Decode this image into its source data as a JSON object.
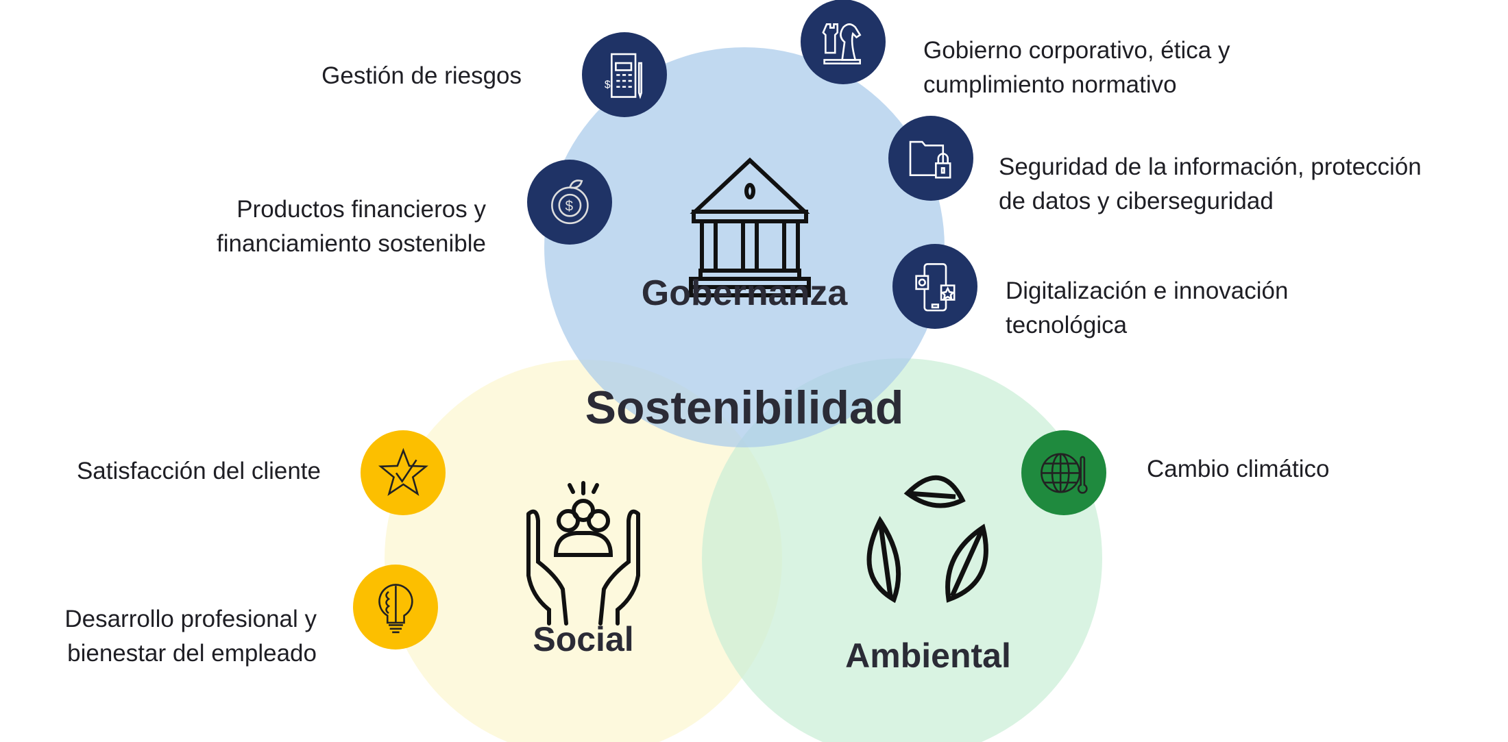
{
  "title": "Sostenibilidad",
  "pillars": {
    "governance": "Gobernanza",
    "social": "Social",
    "environmental": "Ambiental"
  },
  "topics": {
    "risk": "Gestión de riesgos",
    "corporate_1": "Gobierno corporativo, ética y",
    "corporate_2": "cumplimiento normativo",
    "security_1": "Seguridad de la información, protección",
    "security_2": "de datos y ciberseguridad",
    "digital_1": "Digitalización e innovación",
    "digital_2": "tecnológica",
    "products_1": "Productos financieros y",
    "products_2": "financiamiento sostenible",
    "customer": "Satisfacción del cliente",
    "employee_1": "Desarrollo profesional y",
    "employee_2": "bienestar del empleado",
    "climate": "Cambio climático"
  },
  "colors": {
    "governance_circle": "#bcd6ee",
    "social_circle": "#fdf9dc",
    "environmental_circle": "#d6f3df",
    "navy_icon": "#1f3366",
    "yellow_icon": "#fcbf00",
    "green_icon": "#1f8a3e"
  }
}
